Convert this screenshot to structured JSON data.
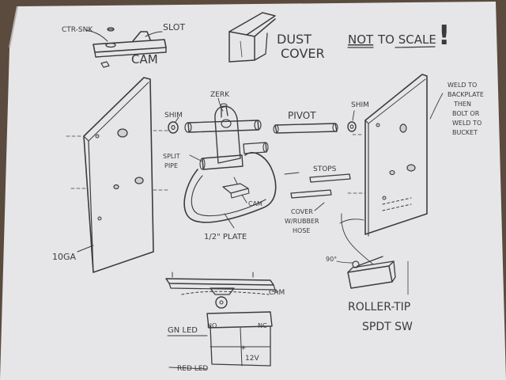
{
  "sketch": {
    "cam_detail": {
      "ctr_sink": "CTR-SNK",
      "slot": "SLOT",
      "cam": "CAM"
    },
    "dust_cover": {
      "line1": "DUST",
      "line2": "COVER"
    },
    "scale_note": {
      "not": "NOT",
      "rest": "TO SCALE",
      "mark": "!"
    },
    "left_plate": {
      "gauge": "10GA"
    },
    "center_assembly": {
      "zerk": "ZERK",
      "shim": "SHIM",
      "split_pipe": {
        "line1": "SPLIT",
        "line2": "PIPE"
      },
      "cam": "CAM",
      "plate": "1/2\" PLATE"
    },
    "pivot": "PIVOT",
    "stops": "STOPS",
    "cover_note": {
      "line1": "COVER",
      "line2": "W/RUBBER",
      "line3": "HOSE"
    },
    "right_plate": {
      "shim": "SHIM",
      "weld_note": [
        "WELD TO",
        "BACKPLATE",
        "THEN",
        "BOLT OR",
        "WELD TO",
        "BUCKET"
      ]
    },
    "switch_detail": {
      "angle": "90°",
      "roller_tip": "ROLLER-TIP",
      "spdt": "SPDT SW"
    },
    "wiring": {
      "cam": "CAM",
      "grn_led": "GN LED",
      "no": "NO",
      "nc": "NC",
      "plus_12v": "12V",
      "red_led": "RED LED"
    }
  },
  "colors": {
    "paper": "#e6e6e8",
    "ink": "#3c3c3c",
    "background": "#5b4a3e"
  }
}
